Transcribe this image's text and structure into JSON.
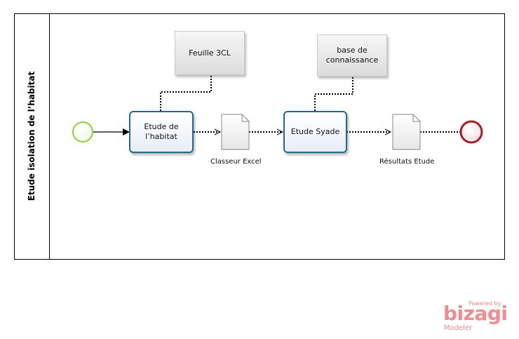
{
  "lane": {
    "title": "Etude isolation de l’habitat"
  },
  "tasks": [
    {
      "label_line1": "Etude de",
      "label_line2": "l’habitat"
    },
    {
      "label": "Etude Syade"
    }
  ],
  "annotations": [
    {
      "label": "Feuille 3CL"
    },
    {
      "label_line1": "base de",
      "label_line2": "connaissance"
    }
  ],
  "artifacts": [
    {
      "label": "Classeur Excel"
    },
    {
      "label": "Résultats Etude"
    }
  ],
  "events": {
    "start_color": "#8ccf3a",
    "end_color": "#a51f2a"
  },
  "logo": {
    "powered": "Powered by",
    "name": "bizagi",
    "product": "Modeler"
  }
}
